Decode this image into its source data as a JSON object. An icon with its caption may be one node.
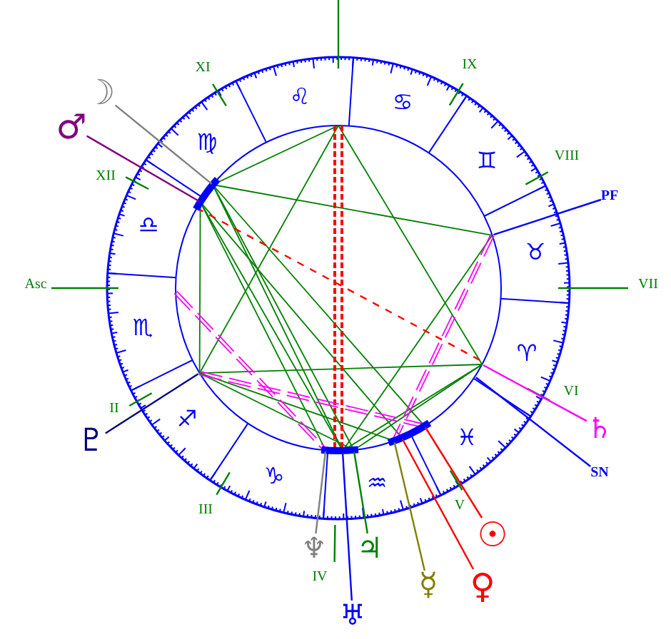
{
  "diagram": {
    "nodes": [
      {
        "text": [
          "☽"
        ]
      },
      {
        "text": [
          "♂"
        ]
      },
      {
        "text": [
          "PF"
        ]
      },
      {
        "text": [
          "♄"
        ]
      },
      {
        "text": [
          "♇"
        ]
      },
      {
        "text": [
          "SN"
        ]
      },
      {
        "text": [
          "☉"
        ]
      },
      {
        "text": [
          "♆"
        ]
      },
      {
        "text": [
          "♃"
        ]
      },
      {
        "text": [
          "☿"
        ]
      },
      {
        "text": [
          "♀"
        ]
      },
      {
        "text": [
          "♅"
        ]
      }
    ],
    "edges": [
      {
        "from": 0,
        "to": null,
        "arrow": "none",
        "color": "#808080"
      },
      {
        "from": 1,
        "to": null,
        "arrow": "none",
        "color": "#800080"
      },
      {
        "from": 2,
        "to": null,
        "arrow": "none"
      },
      {
        "from": 3,
        "to": null,
        "arrow": "none",
        "color": "#ff00ff"
      },
      {
        "from": 4,
        "to": null,
        "arrow": "none",
        "color": "#000080"
      },
      {
        "from": 5,
        "to": null,
        "arrow": "none"
      },
      {
        "from": 6,
        "to": null,
        "arrow": "none",
        "color": "#ff0000"
      },
      {
        "from": 7,
        "to": null,
        "arrow": "none",
        "color": "#808080"
      },
      {
        "from": 8,
        "to": null,
        "arrow": "none",
        "color": "#008000"
      },
      {
        "from": 9,
        "to": null,
        "arrow": "none",
        "color": "#808000"
      },
      {
        "from": 10,
        "to": null,
        "arrow": "none",
        "color": "#ff0000"
      },
      {
        "from": 11,
        "to": null,
        "arrow": "none"
      }
    ],
    "labels": [
      "IX",
      "XI",
      "♌",
      "♋",
      "♍",
      "VIII",
      "♊",
      "XII",
      "♎",
      "♉",
      "Asc",
      "VII",
      "♏",
      "♈",
      "VI",
      "II",
      "♐",
      "♓",
      "♑",
      "♒",
      "V",
      "III",
      "IV"
    ]
  }
}
